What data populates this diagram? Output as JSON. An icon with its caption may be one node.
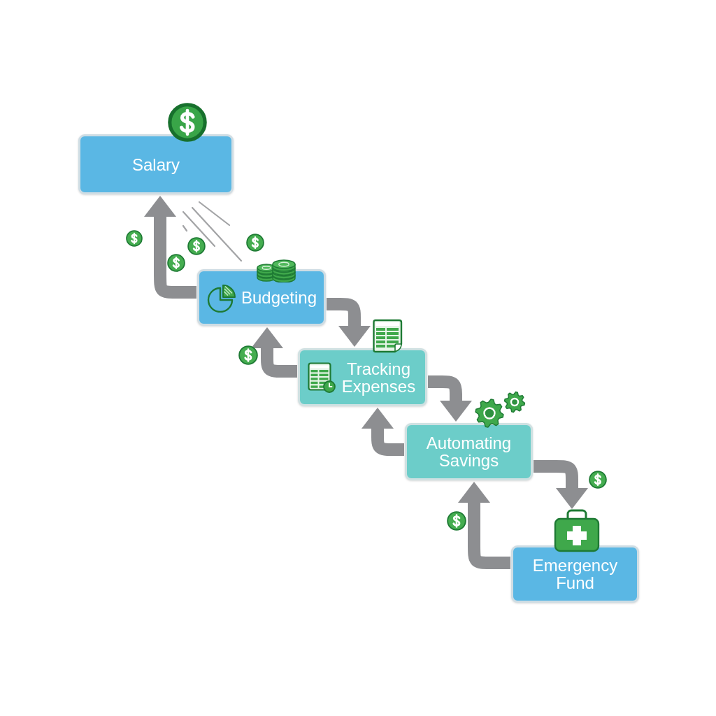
{
  "diagram": {
    "nodes": [
      {
        "text": [
          "Salary"
        ]
      },
      {
        "text": [
          "Budgeting"
        ]
      },
      {
        "text": [
          "Tracking Expenses"
        ]
      },
      {
        "text": [
          "Automating Savings"
        ]
      },
      {
        "text": [
          "Emergency Fund"
        ]
      }
    ],
    "edges": [
      {
        "from": 1,
        "to": 0,
        "arrow": "to"
      },
      {
        "from": 1,
        "to": 2,
        "arrow": "to"
      },
      {
        "from": 2,
        "to": 1,
        "arrow": "to"
      },
      {
        "from": 2,
        "to": 3,
        "arrow": "to"
      },
      {
        "from": 3,
        "to": 2,
        "arrow": "to"
      },
      {
        "from": 3,
        "to": 4,
        "arrow": "to"
      },
      {
        "from": 4,
        "to": 3,
        "arrow": "to"
      }
    ]
  }
}
